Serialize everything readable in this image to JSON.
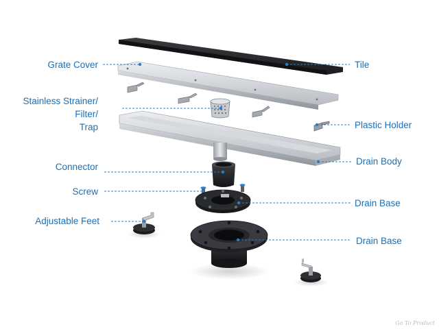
{
  "labels": {
    "grate_cover": "Grate Cover",
    "tile": "Tile",
    "strainer_1": "Stainless Strainer/",
    "strainer_2": "Filter/",
    "strainer_3": "Trap",
    "plastic_holder": "Plastic Holder",
    "drain_body": "Drain Body",
    "connector": "Connector",
    "screw": "Screw",
    "drain_base_upper": "Drain Base",
    "adjustable_feet": "Adjustable Feet",
    "drain_base_lower": "Drain Base"
  },
  "watermark": "Go To Product",
  "colors": {
    "label": "#1b6fb5",
    "leader": "#2a7cc4",
    "metal": "#c9ccd1",
    "tile": "#2a2b2e",
    "black_part": "#1e1f22"
  }
}
